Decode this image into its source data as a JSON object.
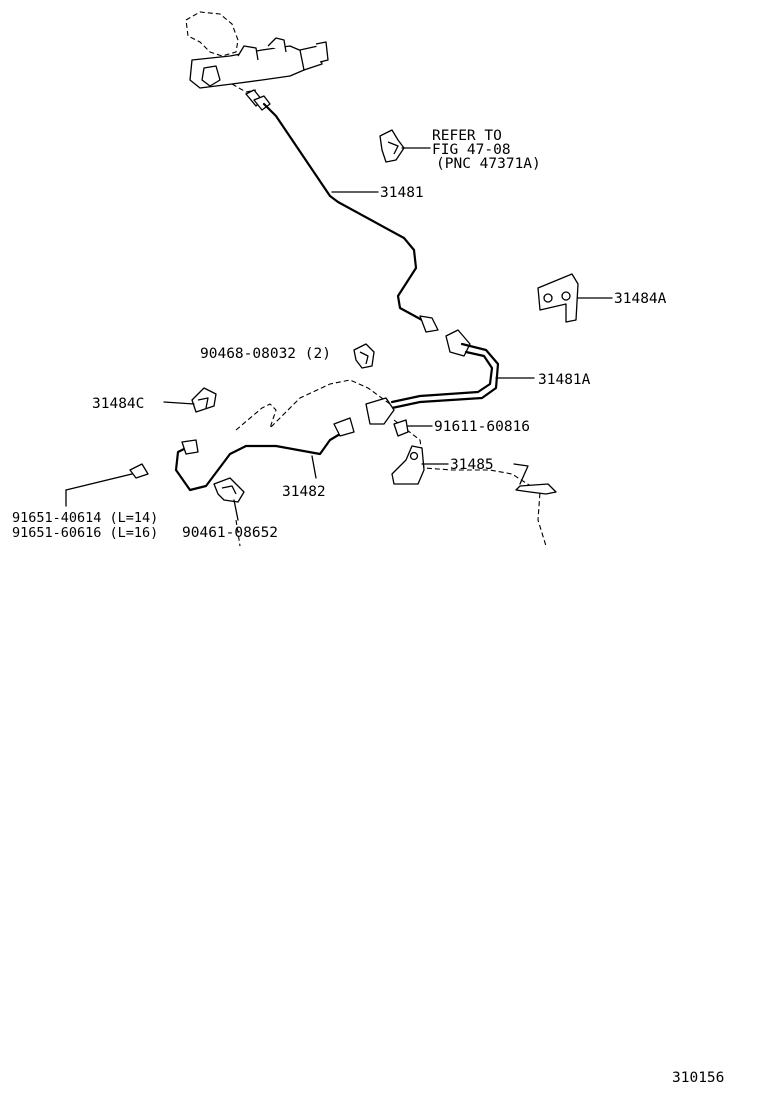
{
  "callouts": {
    "refer_line1": "REFER TO",
    "refer_line2": "FIG 47-08",
    "refer_line3": "(PNC 47371A)",
    "p31481": "31481",
    "p31484A": "31484A",
    "p90468": "90468-08032 (2)",
    "p31481A": "31481A",
    "p31484C": "31484C",
    "p91611": "91611-60816",
    "p31485": "31485",
    "p31482": "31482",
    "p91651a": "91651-40614 (L=14)",
    "p91651b": "91651-60616 (L=16)",
    "p90461": "90461-08652"
  },
  "footer": {
    "figure_code": "310156"
  }
}
